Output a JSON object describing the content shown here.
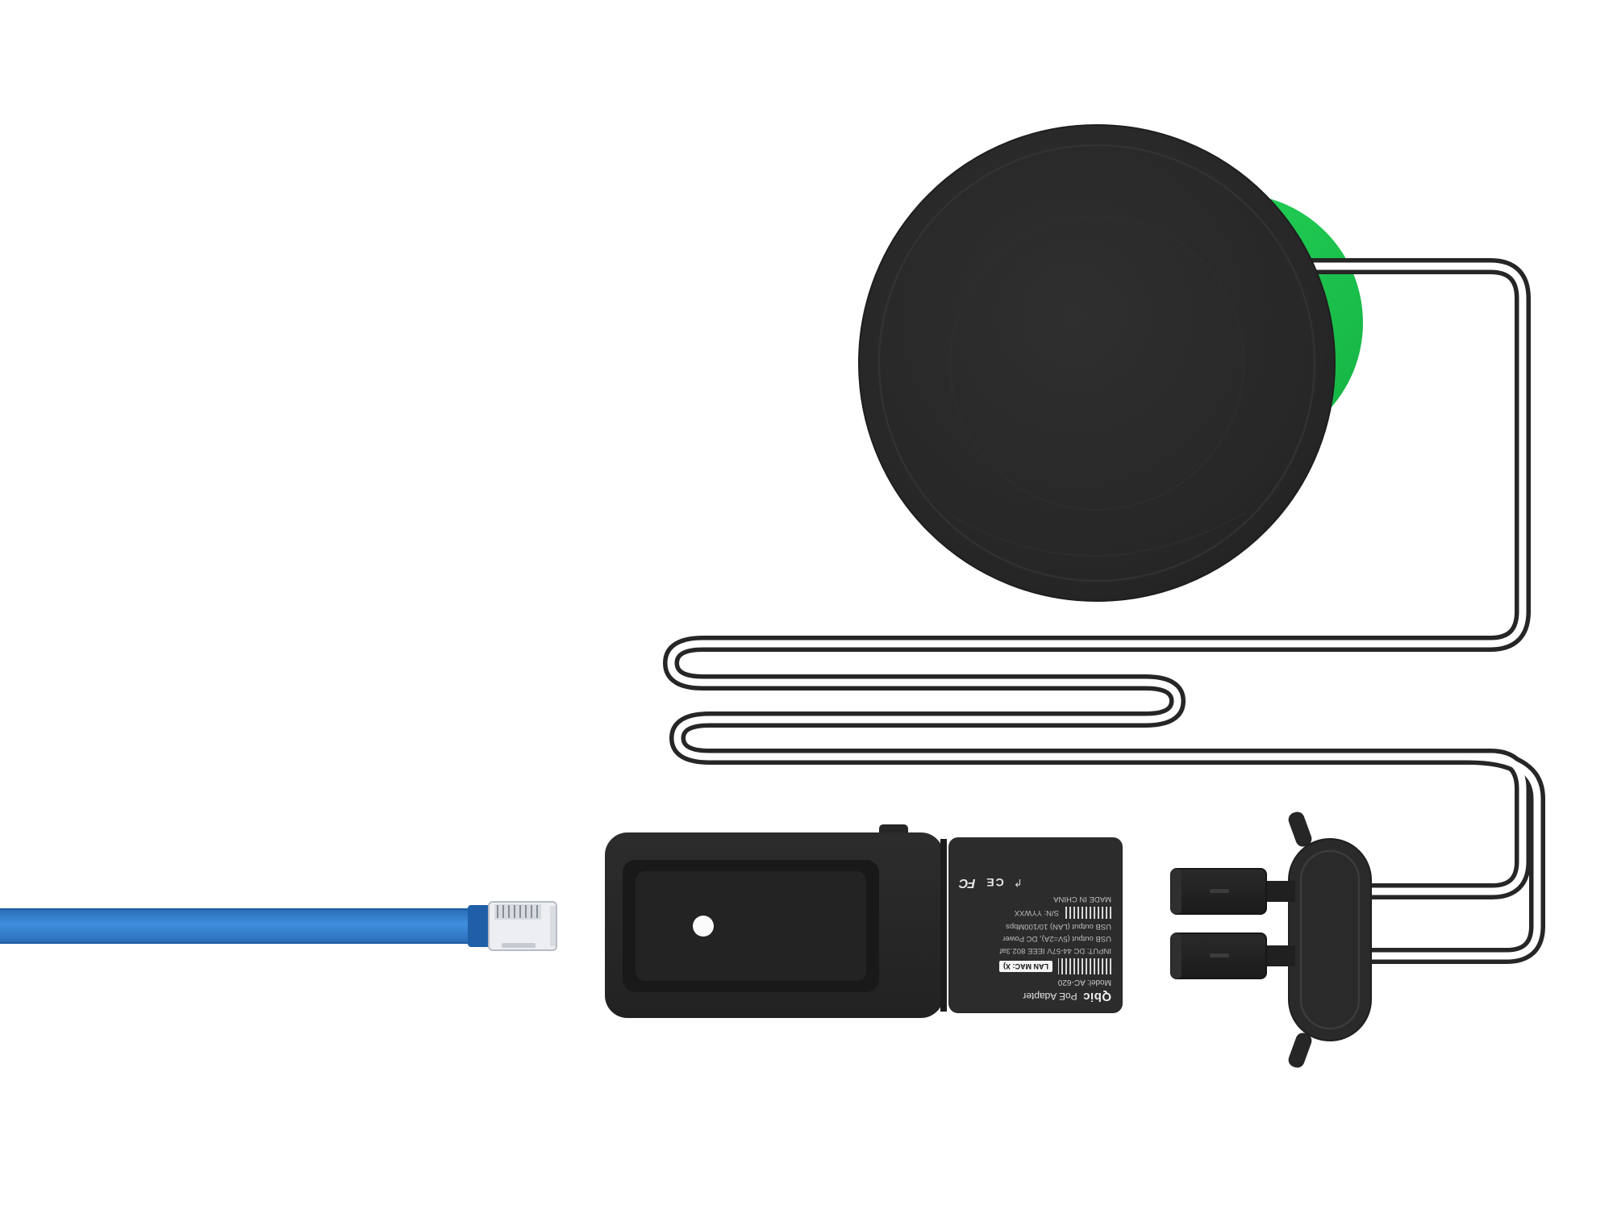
{
  "scene": {
    "type": "product-photo",
    "description": "PoE adapter kit: round black puck device with green indicator, long black USB cable routed in a serpentine, dual USB plug with cable grommet, black PoE adapter with printed label, and blue Ethernet cable with RJ45 connector",
    "background_color": "#ffffff"
  },
  "colors": {
    "device_black": "#272727",
    "housing_dark": "#1a1a1a",
    "accent_green": "#1ec84e",
    "cable_black": "#262626",
    "cable_core": "#ffffff",
    "ethernet_blue": "#2e7ccd",
    "ethernet_blue_dark": "#1f5fa8",
    "rj45_plastic": "#eceef1",
    "label_bg": "#2c2c2c",
    "label_text": "#cfcfcf"
  },
  "label": {
    "brand": "Qbic",
    "product": "PoE Adapter",
    "model": "Model: AC-620",
    "lan_mac": "LAN MAC: X)",
    "input": "INPUT: DC 44-57V IEEE 802.3af",
    "usb_power": "USB output (5V=2A), DC Power",
    "usb_lan": "USB output (LAN)  10/100Mbps",
    "serial": "S/N: YYWXX",
    "made_in": "MADE IN CHINA",
    "cert_ce": "CE",
    "cert_fcc": "FC",
    "arrow_icon": "↱"
  },
  "parts": {
    "round_device": "round-puck-device",
    "green_indicator": "green-indicator",
    "usb_cable": "serpentine-usb-cable",
    "dual_usb_plugs": "dual-usb-a-plugs",
    "cable_grommet": "cable-grommet-plate",
    "poe_adapter": "poe-adapter-housing",
    "rj45_connector": "rj45-connector",
    "ethernet_cable": "blue-ethernet-cable"
  }
}
